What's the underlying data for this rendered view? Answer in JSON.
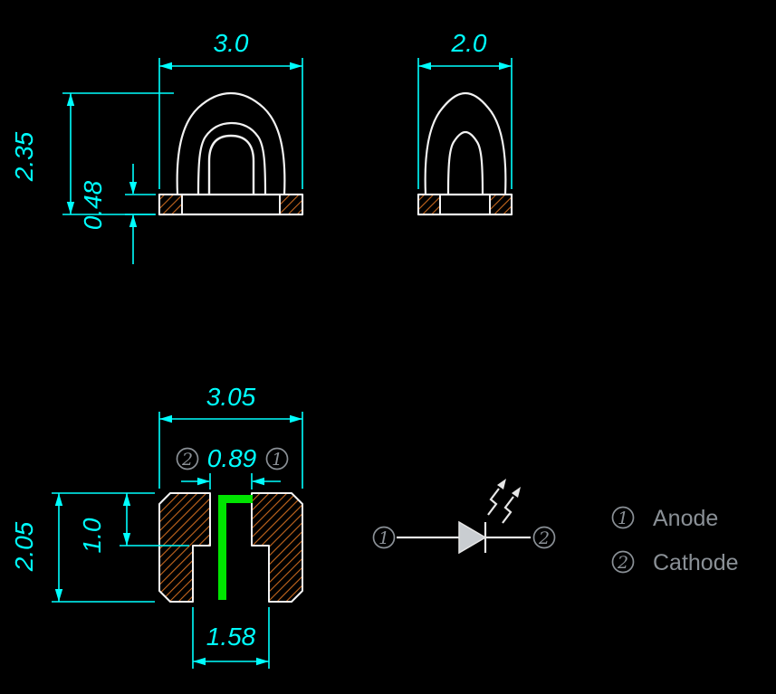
{
  "meta": {
    "description": "SMD LED package outline drawing with dimensions and polarity schematic",
    "background": "#000000"
  },
  "colors": {
    "dimension": "#00ffff",
    "outline": "#f2f2f2",
    "hatch": "#c8681e",
    "polarity_mark": "#00e400",
    "gray_label": "#8a9096"
  },
  "front_view": {
    "width": "3.0",
    "total_height": "2.35",
    "base_height": "0.48"
  },
  "side_view": {
    "width": "2.0"
  },
  "bottom_view": {
    "width": "3.05",
    "pad_gap": "0.89",
    "total_height": "2.05",
    "pad_section_height": "1.0",
    "bottom_gap": "1.58",
    "pin1": "1",
    "pin2": "2"
  },
  "schematic": {
    "pin1": "1",
    "pin2": "2",
    "legend": [
      {
        "pin": "1",
        "label": "Anode"
      },
      {
        "pin": "2",
        "label": "Cathode"
      }
    ]
  }
}
